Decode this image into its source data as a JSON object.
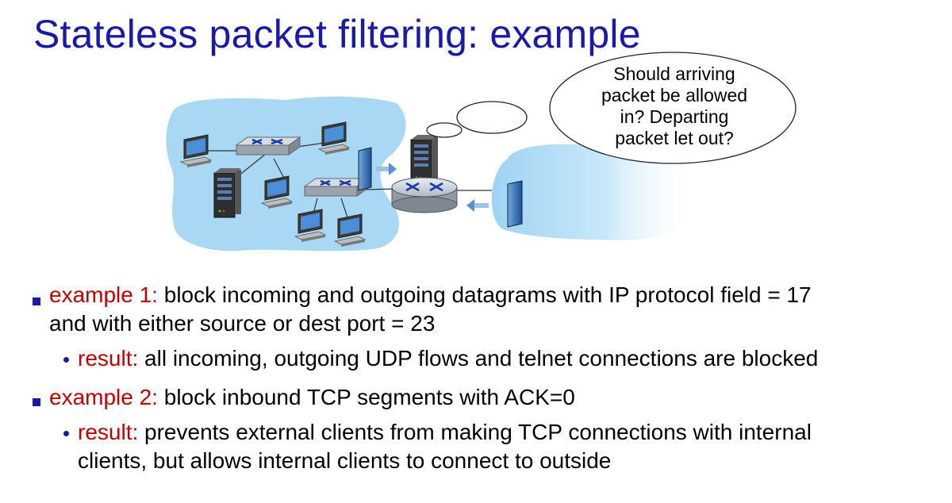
{
  "slide": {
    "title": "Stateless packet filtering: example",
    "bubble_lines": [
      "Should arriving",
      "packet be allowed",
      "in? Departing",
      "packet let out?"
    ],
    "example1": {
      "label": "example 1:",
      "line1": "block incoming and outgoing datagrams with IP protocol field = 17",
      "line2": "and with either source or dest port = 23"
    },
    "result1": {
      "label": "result:",
      "text": "all incoming, outgoing UDP flows and telnet connections are blocked"
    },
    "example2": {
      "label": "example 2:",
      "text": "block inbound TCP segments with ACK=0"
    },
    "result2": {
      "label": "result:",
      "line1": "prevents external clients from making TCP connections with internal",
      "line2": "clients, but allows internal clients to connect to outside"
    }
  },
  "colors": {
    "title": "#1a1aa6",
    "label_red": "#c00000",
    "bullet": "#1a1aa6",
    "network_cloud": "#a9d8f5",
    "firewall": "#1f5fa8"
  },
  "icons": [
    "router-icon",
    "switch-icon",
    "computer-icon",
    "server-icon",
    "firewall-icon",
    "arrow-icon",
    "thought-bubble"
  ]
}
